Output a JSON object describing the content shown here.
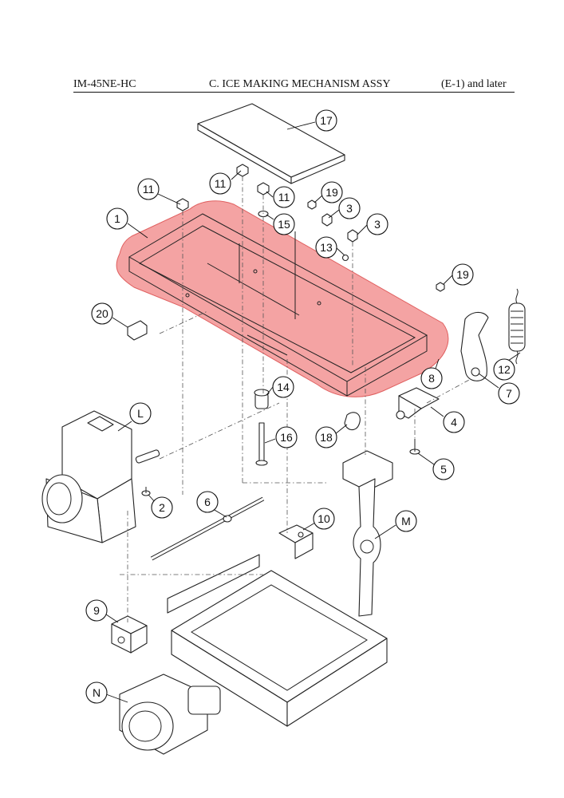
{
  "header": {
    "model": "IM-45NE-HC",
    "title": "C. ICE MAKING MECHANISM ASSY",
    "serial": "(E-1) and later"
  },
  "colors": {
    "highlight": "#f08080",
    "line": "#222222"
  },
  "callouts": [
    "17",
    "11",
    "11",
    "11",
    "19",
    "3",
    "1",
    "15",
    "13",
    "3",
    "19",
    "20",
    "8",
    "12",
    "7",
    "14",
    "L",
    "4",
    "18",
    "16",
    "5",
    "2",
    "6",
    "10",
    "M",
    "9",
    "N"
  ]
}
